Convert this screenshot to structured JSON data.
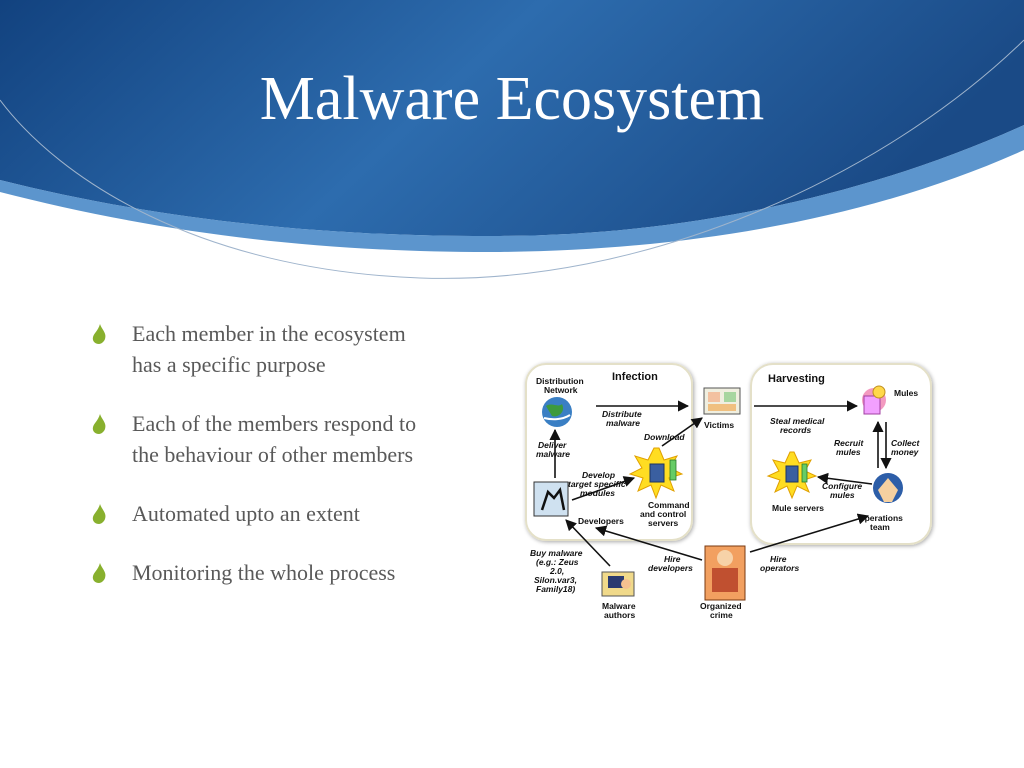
{
  "slide": {
    "title": "Malware Ecosystem",
    "bullets": [
      [
        "Each member in the ecosystem",
        "has a specific purpose"
      ],
      [
        "Each of the members respond to",
        "the behaviour of other members"
      ],
      [
        "Automated upto an extent"
      ],
      [
        "Monitoring the whole process"
      ]
    ]
  },
  "diagram": {
    "sections": {
      "infection": "Infection",
      "harvesting": "Harvesting"
    },
    "nodes": {
      "distribution_network": [
        "Distribution",
        "Network"
      ],
      "victims": [
        "Victims"
      ],
      "developers": [
        "Developers"
      ],
      "command_control": [
        "Command",
        "and control",
        "servers"
      ],
      "mules": [
        "Mules"
      ],
      "mule_servers": [
        "Mule servers"
      ],
      "operations_team": [
        "Operations",
        "team"
      ],
      "malware_authors": [
        "Malware",
        "authors"
      ],
      "organized_crime": [
        "Organized",
        "crime"
      ]
    },
    "edges": {
      "distribute_malware": [
        "Distribute",
        "malware"
      ],
      "download": [
        "Download"
      ],
      "deliver_malware": [
        "Deliver",
        "malware"
      ],
      "develop_modules": [
        "Develop",
        "target specific",
        "modules"
      ],
      "steal_records": [
        "Steal medical",
        "records"
      ],
      "recruit_mules": [
        "Recruit",
        "mules"
      ],
      "collect_money": [
        "Collect",
        "money"
      ],
      "configure_mules": [
        "Configure",
        "mules"
      ],
      "buy_malware": [
        "Buy malware",
        "(e.g.: Zeus",
        "2.0,",
        "Silon.var3,",
        "Family18)"
      ],
      "hire_developers": [
        "Hire",
        "developers"
      ],
      "hire_operators": [
        "Hire",
        "operators"
      ]
    }
  }
}
